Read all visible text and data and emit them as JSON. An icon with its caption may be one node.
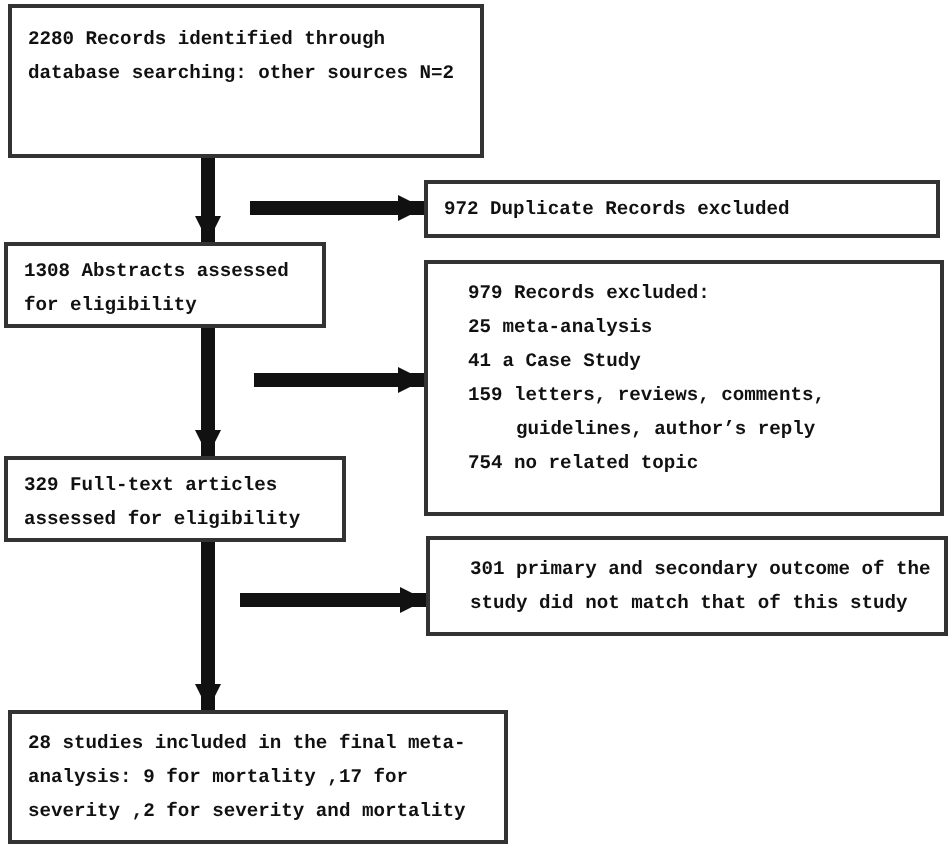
{
  "diagram": {
    "nodes": [
      {
        "text": [
          "2280 Records identified through database searching: other sources N=2"
        ]
      },
      {
        "text": [
          "972 Duplicate Records excluded"
        ]
      },
      {
        "text": [
          "1308 Abstracts assessed for eligibility"
        ]
      },
      {
        "text": [
          "979 Records excluded:",
          "25 meta-analysis",
          "41 a Case Study",
          "159 letters, reviews, comments, guidelines, author’s reply",
          "754 no related topic"
        ]
      },
      {
        "text": [
          "329 Full-text articles assessed for eligibility"
        ]
      },
      {
        "text": [
          "301 primary and secondary outcome of the study did not match that of this study"
        ]
      },
      {
        "text": [
          "28 studies included in the final meta-analysis: 9 for mortality ,17 for severity ,2 for severity and mortality"
        ]
      }
    ],
    "edges": [
      {
        "from": 0,
        "to": 2,
        "arrow": "to"
      },
      {
        "from": null,
        "to": 1,
        "arrow": "to"
      },
      {
        "from": 2,
        "to": 4,
        "arrow": "to"
      },
      {
        "from": null,
        "to": 3,
        "arrow": "to"
      },
      {
        "from": 4,
        "to": 6,
        "arrow": "to"
      },
      {
        "from": null,
        "to": 5,
        "arrow": "to"
      }
    ]
  }
}
